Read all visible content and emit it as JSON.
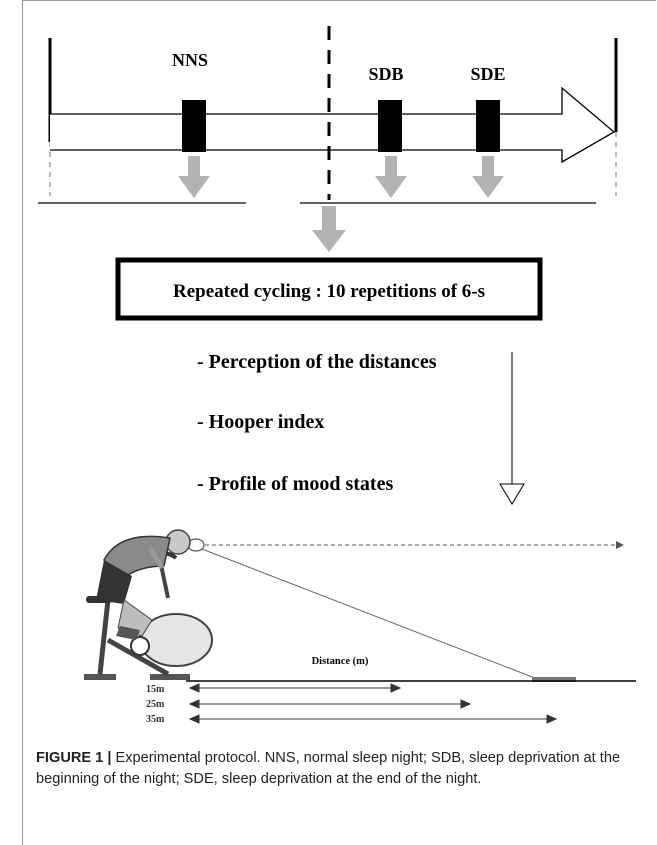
{
  "timeline": {
    "conditions": [
      "NNS",
      "SDB",
      "SDE"
    ]
  },
  "protocol_box": {
    "text": "Repeated cycling : 10 repetitions of 6-s"
  },
  "measures": [
    "- Perception of the distances",
    "- Hooper index",
    "- Profile of mood states"
  ],
  "distance_scale": {
    "title": "Distance (m)",
    "marks": [
      "15m",
      "25m",
      "35m"
    ]
  },
  "caption": {
    "label": "FIGURE 1 |",
    "text": " Experimental protocol. NNS, normal sleep night; SDB, sleep deprivation at the beginning of the night; SDE, sleep deprivation at the end of the night."
  },
  "colors": {
    "arrow_gray": "#b3b3b3",
    "ink": "#000000"
  }
}
